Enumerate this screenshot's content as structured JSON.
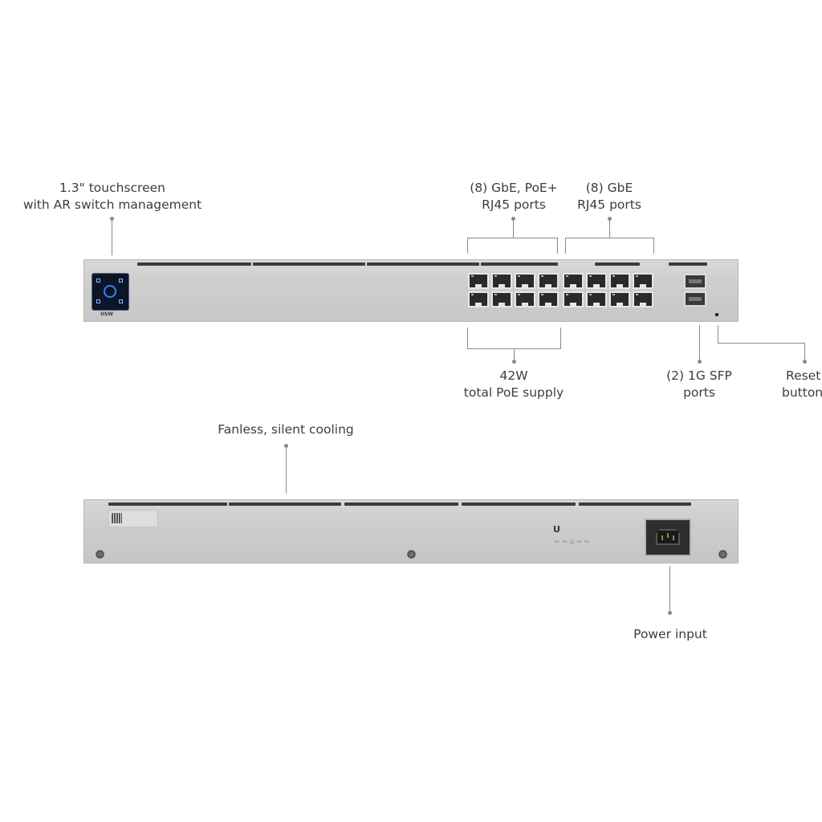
{
  "callouts": {
    "touchscreen": [
      "1.3\" touchscreen",
      "with AR switch management"
    ],
    "poe_ports": [
      "(8) GbE, PoE+",
      "RJ45 ports"
    ],
    "gbe_ports": [
      "(8) GbE",
      "RJ45 ports"
    ],
    "poe_supply": [
      "42W",
      "total PoE supply"
    ],
    "sfp_ports": [
      "(2) 1G SFP",
      "ports"
    ],
    "reset_button": [
      "Reset",
      "button"
    ],
    "cooling": "Fanless, silent cooling",
    "power": "Power input"
  },
  "device": {
    "front_logo": "USW",
    "rear_logo": "U",
    "rj45_port_count": 16,
    "sfp_port_count": 2
  }
}
